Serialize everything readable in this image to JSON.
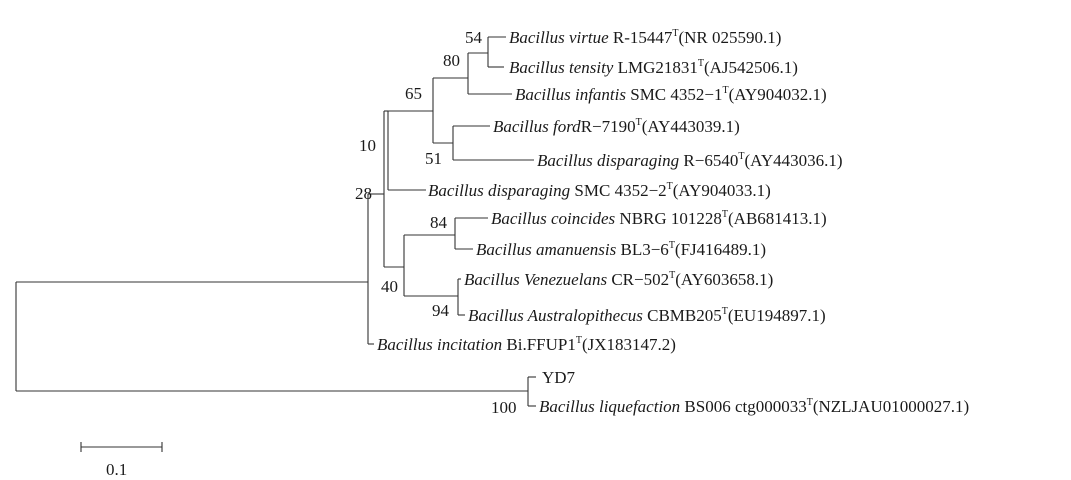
{
  "tree": {
    "leaves": [
      {
        "id": "L1",
        "species": "Bacillus virtue",
        "strain": "R-15447",
        "type_mark": "T",
        "accession": "(NR 025590.1)"
      },
      {
        "id": "L2",
        "species": "Bacillus tensity",
        "strain": "LMG21831",
        "type_mark": "T",
        "accession": "(AJ542506.1)"
      },
      {
        "id": "L3",
        "species": "Bacillus infantis",
        "strain": "SMC 4352−1",
        "type_mark": "T",
        "accession": "(AY904032.1)"
      },
      {
        "id": "L4",
        "species": "Bacillus ford",
        "strain": "R−7190",
        "type_mark": "T",
        "accession": "(AY443039.1)"
      },
      {
        "id": "L5",
        "species": "Bacillus disparaging",
        "strain": "R−6540",
        "type_mark": "T",
        "accession": "(AY443036.1)"
      },
      {
        "id": "L6",
        "species": "Bacillus disparaging",
        "strain": "SMC 4352−2",
        "type_mark": "T",
        "accession": "(AY904033.1)"
      },
      {
        "id": "L7",
        "species": "Bacillus coincides",
        "strain": "NBRG 101228",
        "type_mark": "T",
        "accession": "(AB681413.1)"
      },
      {
        "id": "L8",
        "species": "Bacillus amanuensis",
        "strain": "BL3−6",
        "type_mark": "T",
        "accession": "(FJ416489.1)"
      },
      {
        "id": "L9",
        "species": "Bacillus Venezuelans",
        "strain": "CR−502",
        "type_mark": "T",
        "accession": "(AY603658.1)"
      },
      {
        "id": "L10",
        "species": "Bacillus Australopithecus",
        "strain": "CBMB205",
        "type_mark": "T",
        "accession": "(EU194897.1)"
      },
      {
        "id": "L11",
        "species": "Bacillus incitation",
        "strain": "Bi.FFUP1",
        "type_mark": "T",
        "accession": "(JX183147.2)"
      },
      {
        "id": "L12",
        "species": "",
        "strain": "YD7",
        "type_mark": "",
        "accession": ""
      },
      {
        "id": "L13",
        "species": "Bacillus liquefaction",
        "strain": "BS006 ctg000033",
        "type_mark": "T",
        "accession": "(NZLJAU01000027.1)"
      }
    ],
    "bootstrap": [
      {
        "node": "n12",
        "value": "54"
      },
      {
        "node": "n123",
        "value": "80"
      },
      {
        "node": "n45",
        "value": "51"
      },
      {
        "node": "n12345",
        "value": "65"
      },
      {
        "node": "n1to6",
        "value": "10"
      },
      {
        "node": "n78",
        "value": "84"
      },
      {
        "node": "n910",
        "value": "94"
      },
      {
        "node": "n7to10",
        "value": "40"
      },
      {
        "node": "n1to10",
        "value": "28"
      },
      {
        "node": "n1213",
        "value": "100"
      }
    ]
  },
  "scale_bar": {
    "label": "0.1"
  }
}
